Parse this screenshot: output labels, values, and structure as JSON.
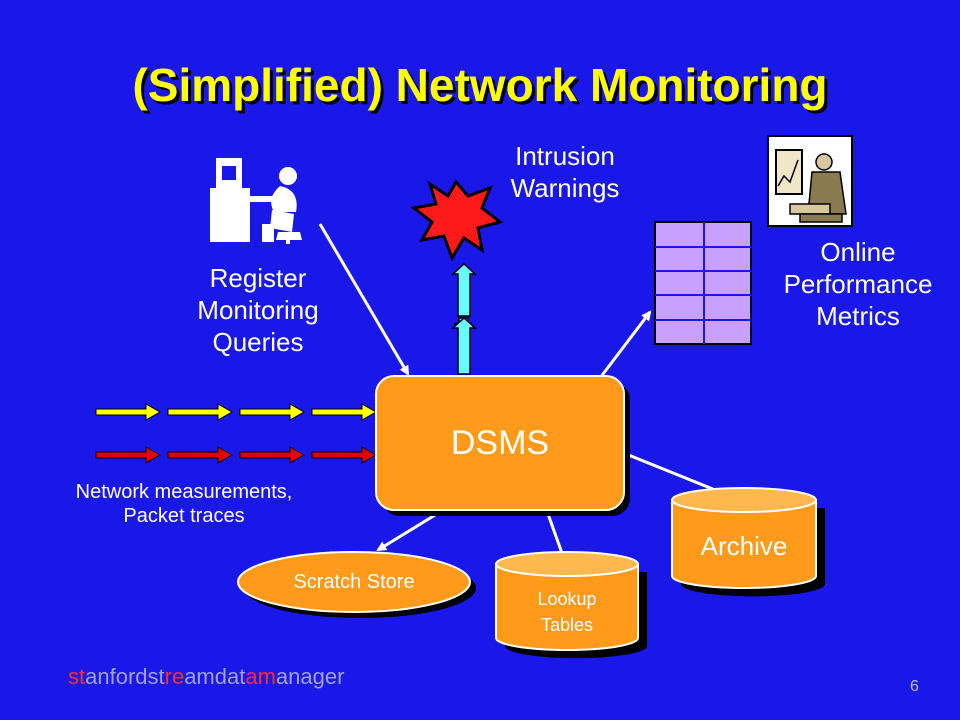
{
  "slide": {
    "title": "(Simplified) Network Monitoring",
    "page_number": "6"
  },
  "labels": {
    "intrusion_warnings": "Intrusion\nWarnings",
    "register_queries": "Register\nMonitoring\nQueries",
    "online_metrics": "Online\nPerformance\nMetrics",
    "network_measurements": "Network measurements,\nPacket traces",
    "dsms": "DSMS",
    "archive": "Archive",
    "scratch_store": "Scratch Store",
    "lookup_tables": "Lookup\nTables"
  },
  "footer": {
    "parts": [
      {
        "text": "st",
        "highlight": true
      },
      {
        "text": "anfordst",
        "highlight": false
      },
      {
        "text": "re",
        "highlight": true
      },
      {
        "text": "amdat",
        "highlight": false
      },
      {
        "text": "am",
        "highlight": true
      },
      {
        "text": "anager",
        "highlight": false
      }
    ]
  },
  "colors": {
    "background": "#1a18e8",
    "title": "#ffff00",
    "dsms_fill": "#ff9a1a",
    "storage_fill": "#ff9a1a",
    "arrow_yellow": "#ffff00",
    "arrow_red": "#e00000",
    "up_arrow": "#66ffff",
    "grid_fill": "#c8a0ff",
    "burst": "#ff1a1a"
  },
  "icons": [
    "person-at-desk-icon",
    "analyst-at-computer-icon",
    "alert-burst-icon"
  ]
}
